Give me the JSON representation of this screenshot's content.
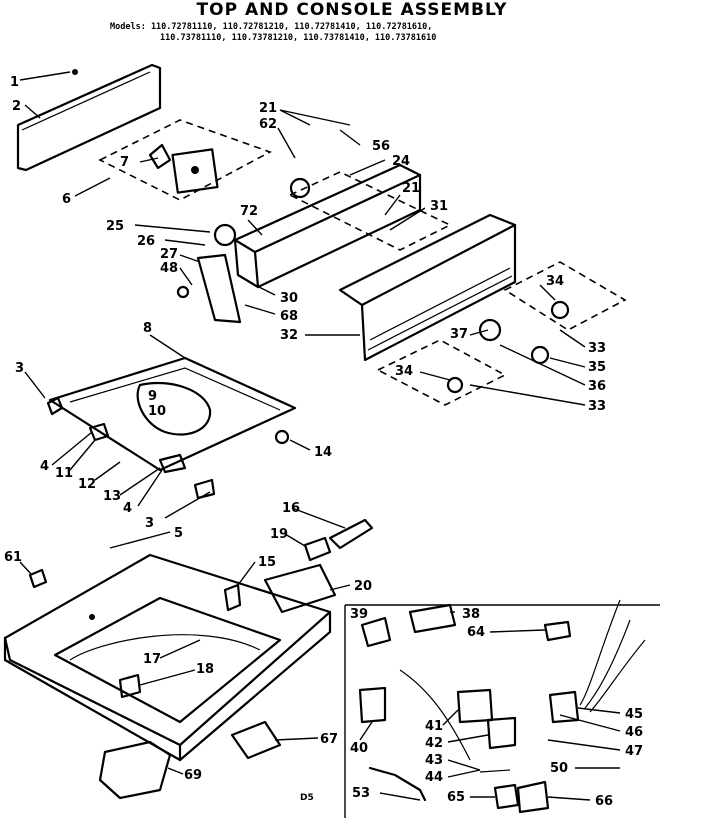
{
  "title": "TOP AND CONSOLE ASSEMBLY",
  "models_line1": "Models: 110.72781110, 110.72781210, 110.72781410, 110.72781610,",
  "models_line2": "110.73781110, 110.73781210, 110.73781410, 110.73781610",
  "footer_code": "D5",
  "callouts": {
    "c1": "1",
    "c2": "2",
    "c6": "6",
    "c7": "7",
    "c21a": "21",
    "c62": "62",
    "c56": "56",
    "c24": "24",
    "c21b": "21",
    "c31": "31",
    "c25": "25",
    "c72": "72",
    "c26": "26",
    "c27": "27",
    "c48": "48",
    "c30": "30",
    "c68": "68",
    "c32": "32",
    "c34a": "34",
    "c33a": "33",
    "c37": "37",
    "c35": "35",
    "c36": "36",
    "c34b": "34",
    "c33b": "33",
    "c8": "8",
    "c3a": "3",
    "c9": "9",
    "c10": "10",
    "c14": "14",
    "c4a": "4",
    "c11": "11",
    "c12": "12",
    "c13": "13",
    "c4b": "4",
    "c3b": "3",
    "c16": "16",
    "c5": "5",
    "c19": "19",
    "c61": "61",
    "c15": "15",
    "c20": "20",
    "c17": "17",
    "c18": "18",
    "c67": "67",
    "c69": "69",
    "c39a": "39",
    "c38": "38",
    "c64": "64",
    "c41": "41",
    "c45": "45",
    "c46": "46",
    "c40": "40",
    "c42": "42",
    "c47": "47",
    "c43": "43",
    "c50": "50",
    "c44": "44",
    "c53": "53",
    "c65": "65",
    "c66": "66"
  }
}
